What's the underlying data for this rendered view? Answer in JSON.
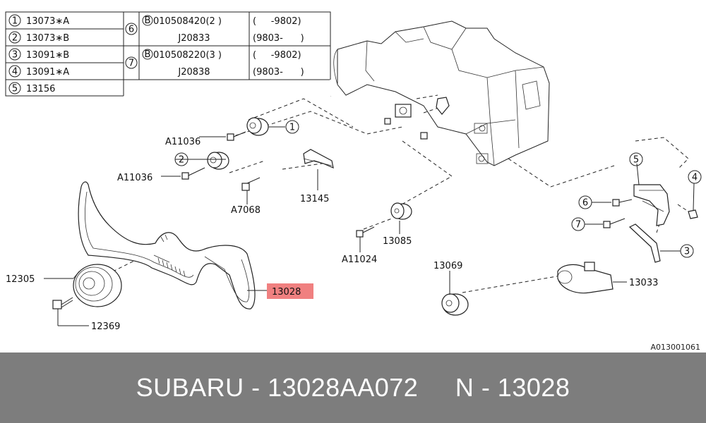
{
  "legend": {
    "rows": [
      {
        "num": "1",
        "part": "13073∗A"
      },
      {
        "num": "2",
        "part": "13073∗B"
      },
      {
        "num": "3",
        "part": "13091∗B"
      },
      {
        "num": "4",
        "part": "13091∗A"
      },
      {
        "num": "5",
        "part": "13156"
      }
    ],
    "groups": [
      {
        "num": "6",
        "part_a": "010508420(2 )",
        "range_a": "(     -9802)",
        "part_b": "J20833",
        "range_b": "(9803-      )"
      },
      {
        "num": "7",
        "part_a": "010508220(3 )",
        "range_a": "(     -9802)",
        "part_b": "J20838",
        "range_b": "(9803-      )"
      }
    ],
    "bolt_mark": "B"
  },
  "labels": {
    "a11036_top": "A11036",
    "a11036_bottom": "A11036",
    "a7068": "A7068",
    "p13145": "13145",
    "p13085": "13085",
    "a11024": "A11024",
    "p13069": "13069",
    "p13033": "13033",
    "p12305": "12305",
    "p12369": "12369",
    "p13028": "13028",
    "c1": "1",
    "c2": "2",
    "c3": "3",
    "c4": "4",
    "c5": "5",
    "c6": "6",
    "c7": "7"
  },
  "highlight_color": "#f08080",
  "diagram_code": "A013001061",
  "footer": {
    "brand_part": "SUBARU - 13028AA072",
    "ref": "N - 13028"
  }
}
